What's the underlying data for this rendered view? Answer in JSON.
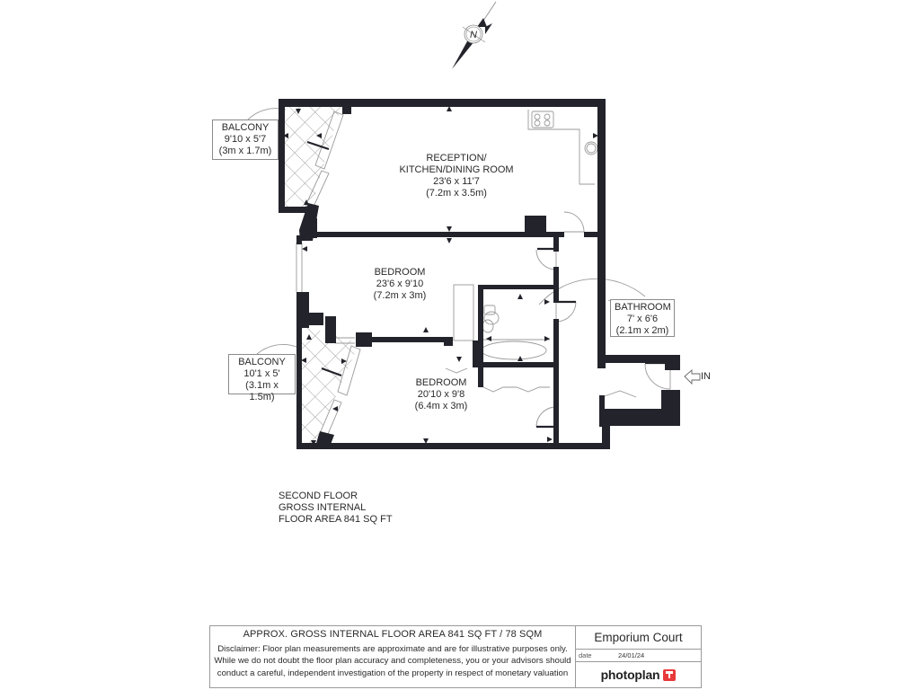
{
  "compass": {
    "label": "N",
    "icon": "north-arrow-icon"
  },
  "rooms": {
    "reception": {
      "name_line1": "RECEPTION/",
      "name_line2": "KITCHEN/DINING ROOM",
      "imperial": "23'6 x 11'7",
      "metric": "(7.2m x 3.5m)"
    },
    "bedroom1": {
      "name": "BEDROOM",
      "imperial": "23'6 x 9'10",
      "metric": "(7.2m x 3m)"
    },
    "bedroom2": {
      "name": "BEDROOM",
      "imperial": "20'10 x 9'8",
      "metric": "(6.4m x 3m)"
    },
    "bathroom": {
      "name": "BATHROOM",
      "imperial": "7' x 6'6",
      "metric": "(2.1m x 2m)"
    },
    "balcony1": {
      "name": "BALCONY",
      "imperial": "9'10 x 5'7",
      "metric": "(3m x 1.7m)"
    },
    "balcony2": {
      "name": "BALCONY",
      "imperial": "10'1 x 5'",
      "metric": "(3.1m x 1.5m)"
    }
  },
  "entrance": {
    "label": "IN"
  },
  "floor_note": {
    "line1": "SECOND FLOOR",
    "line2": "GROSS INTERNAL",
    "line3": "FLOOR AREA 841 SQ FT"
  },
  "footer": {
    "area": "APPROX. GROSS INTERNAL FLOOR AREA 841 SQ FT / 78 SQM",
    "disclaimer": [
      "Disclaimer: Floor plan measurements are approximate and are for illustrative purposes only.",
      "While we do not doubt the floor plan accuracy and completeness, you or your advisors should",
      "conduct a careful, independent investigation of the property in respect of monetary valuation"
    ],
    "property_name": "Emporium Court",
    "date_label": "date",
    "date_value": "24/01/24",
    "brand": "photoplan",
    "brand_color": "#e83a3a"
  },
  "colors": {
    "wall": "#23232b",
    "line": "#9a9a9a",
    "text": "#2a2a2a"
  }
}
